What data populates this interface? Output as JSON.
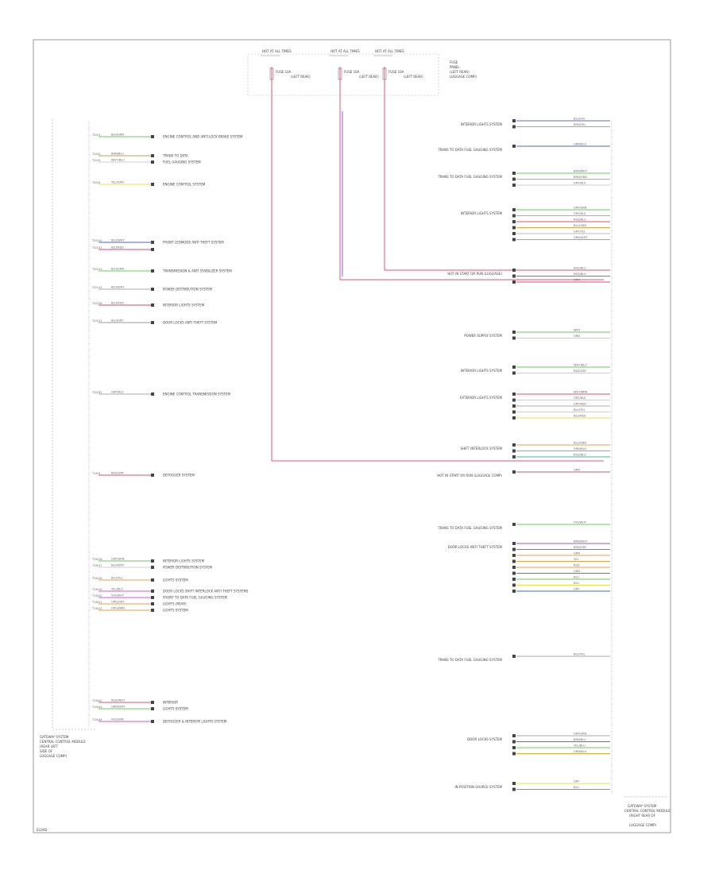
{
  "title": "",
  "footer_code": "ELOAD",
  "bottom_label_left": [
    "GATEWAY SYSTEM",
    "CENTRAL CONTROL MODULE",
    "(REAR LEFT",
    "SIDE OF",
    "LUGGAGE COMP)"
  ],
  "bottom_label_right": [
    "GATEWAY SYSTEM",
    "CENTRAL CONTROL MODULE",
    "(RIGHT REAR OF",
    "LUGGAGE COMP)"
  ],
  "top_fuses": [
    {
      "bus": "HOT AT ALL TIMES",
      "fuse": "FUSE 10A",
      "label": "(LEFT REAR)"
    },
    {
      "bus": "HOT AT ALL TIMES",
      "fuse": "FUSE 10A",
      "label": "(LEFT REAR)"
    },
    {
      "bus": "HOT AT ALL TIMES",
      "fuse": "FUSE 10A",
      "label": "(LEFT REAR)"
    }
  ],
  "top_right_label": [
    "FUSE",
    "PANEL",
    "(LEFT REAR)",
    "LUGGAGE COMP)"
  ],
  "left_connectors": [
    {
      "pin": "T20/1",
      "wire": "BLU/GRN",
      "dest": "ENGINE CONTROL AND ANTI LOCK BRAKE SYSTEM",
      "color": "#66cc55"
    },
    {
      "pin": "T20/2",
      "wire": "BRN/BLU",
      "dest": "TRANS TO DATA",
      "color": "#c8a050"
    },
    {
      "pin": "T20/3",
      "wire": "WHT/BLU",
      "dest": "FUEL GAUGING SYSTEM",
      "color": "#cccccc"
    },
    {
      "pin": "T20/4",
      "wire": "YEL/GRN",
      "dest": "ENGINE CONTROL SYSTEM",
      "color": "#e8e050"
    },
    {
      "pin": "T20/10",
      "wire": "BLU/WHT",
      "dest": "FRONT LEDMODE ANTI THEFT SYSTEM",
      "color": "#4466cc"
    },
    {
      "pin": "T20/11",
      "wire": "BLU/RED",
      "dest": "",
      "color": "#dd4466"
    },
    {
      "pin": "T20/13",
      "wire": "BLU/GRN",
      "dest": "TRANSMISSION & ANTI STABILIZER SYSTEM",
      "color": "#66cc55"
    },
    {
      "pin": "T20/15",
      "wire": "BLU/WHT",
      "dest": "POWER DISTRIBUTION SYSTEM",
      "color": "#aaaaaa"
    },
    {
      "pin": "T20/16",
      "wire": "BLU/RED",
      "dest": "INTERIOR LIGHTS SYSTEM",
      "color": "#dd4466"
    },
    {
      "pin": "T20/17",
      "wire": "BLU/GRY",
      "dest": "DOOR LOCKS ANTI THEFT SYSTEM",
      "color": "#999999"
    },
    {
      "pin": "T20/32",
      "wire": "GRY/BLU",
      "dest": "ENGINE CONTROL TRANSMISSION SYSTEM",
      "color": "#aaaaaa"
    },
    {
      "pin": "T16/3",
      "wire": "RED/GRY",
      "dest": "DEFOGGER SYSTEM",
      "color": "#e05070"
    },
    {
      "pin": "T16/16",
      "wire": "GRY/GRN",
      "dest": "INTERIOR LIGHTS SYSTEM",
      "color": "#66cc55"
    },
    {
      "pin": "T16/17",
      "wire": "BLU/WHT",
      "dest": "POWER DISTRIBUTION SYSTEM",
      "color": "#cccccc"
    },
    {
      "pin": "T16/18",
      "wire": "BLU/YEL",
      "dest": "LIGHTS SYSTEM",
      "color": "#e8a040"
    },
    {
      "pin": "T16/19",
      "wire": "YEL/BLU",
      "dest": "DOOR LOCKS SHIFT INTERLOCK ANTI THEFT SYSTEMS",
      "color": "#dd55cc"
    },
    {
      "pin": "T16/20",
      "wire": "VIO/WHT",
      "dest": "FRONT TO DATA FUEL GAUGING SYSTEM",
      "color": "#dd55cc"
    },
    {
      "pin": "T16/21",
      "wire": "ORG/GRY",
      "dest": "LIGHTS (REAR)",
      "color": "#e8a040"
    },
    {
      "pin": "T16/22",
      "wire": "ORG/BRN",
      "dest": "LIGHTS SYSTEM",
      "color": "#e8a040"
    },
    {
      "pin": "T16/42",
      "wire": "RED/WHT",
      "dest": "INTERIOR",
      "color": "#e05070"
    },
    {
      "pin": "T16/43",
      "wire": "GRN/WHT",
      "dest": "LIGHTS SYSTEM",
      "color": "#66cc55"
    },
    {
      "pin": "T16/44",
      "wire": "VIO/GRN",
      "dest": "DEFOGGER & INTERIOR LIGHTS SYSTEM",
      "color": "#dd55cc"
    }
  ],
  "right_groups": [
    {
      "label": "INTERIOR LIGHTS SYSTEM",
      "wires": [
        "BLU/VIO",
        "BRN/YEL"
      ]
    },
    {
      "label": "TRANS TO DATA FUEL GAUGING SYSTEM",
      "wires": [
        "GRN/BLU"
      ]
    },
    {
      "label": "TRANS TO DATA FUEL GAUGING SYSTEM",
      "wires": [
        "BRN/WHT",
        "BRN/GRN",
        "GRY/BLU"
      ]
    },
    {
      "label": "INTERIOR LIGHTS SYSTEM",
      "wires": [
        "GRY/GRN",
        "GRY/BLU",
        "RED/BLU",
        "BLU/GRN",
        "GRY/YEL",
        "GRN/WHT"
      ]
    },
    {
      "label": "HOT IN START OR RUN (LUGGAGE)",
      "wires": [
        "RED/BLU",
        "RED/BLU",
        "GRN"
      ]
    },
    {
      "label": "POWER SUPPLY SYSTEM",
      "wires": [
        "WHT",
        "GRN"
      ]
    },
    {
      "label": "INTERIOR LIGHTS SYSTEM",
      "wires": [
        "WHT/BLU",
        "RED/GRY"
      ]
    },
    {
      "label": "EXTERIOR LIGHTS SYSTEM",
      "wires": [
        "WHT/BRN",
        "GRY/BLU",
        "GRY/RED",
        "BLU/YEL",
        "BLU/RED"
      ]
    },
    {
      "label": "SHIFT INTERLOCK SYSTEM",
      "wires": [
        "BLU/GRN",
        "GRN/BLU",
        "RED/BLU"
      ]
    },
    {
      "label": "HOT IN START OR RUN (LUGGAGE COMP)",
      "wires": [
        "GRN"
      ]
    },
    {
      "label": "TRANS TO DATA FUEL GAUGING SYSTEM",
      "wires": [
        "VIO/WHT"
      ]
    },
    {
      "label": "DOOR LOCKS ANTI THEFT SYSTEM",
      "wires": [
        "BRN/WHT",
        "BRN/GRY",
        "GRN",
        "YEL",
        "RED",
        "GRN",
        "BLU",
        "BLU",
        "GRY"
      ]
    },
    {
      "label": "TRANS TO DATA FUEL GAUGING SYSTEM",
      "wires": [
        "BLU/YEL"
      ]
    },
    {
      "label": "DOOR LOCKS SYSTEM",
      "wires": [
        "GRY/GRN",
        "BRN/BLU",
        "YEL/BLU",
        "GRN/BLU"
      ]
    },
    {
      "label": "IN POSITION SOURCE SYSTEM",
      "wires": [
        "GRY",
        "BLU"
      ]
    }
  ]
}
